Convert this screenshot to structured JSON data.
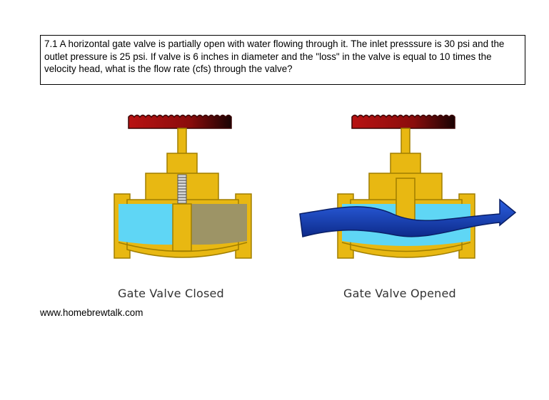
{
  "problem": {
    "text": "7.1  A horizontal gate valve is partially open with water flowing through it.  The inlet presssure is 30 psi and the outlet pressure is 25 psi.  If valve is 6 inches in diameter and the \"loss\" in the valve is equal to 10 times the velocity head, what is the flow rate (cfs) through the valve?"
  },
  "figures": {
    "closed_caption": "Gate Valve Closed",
    "open_caption": "Gate Valve Opened"
  },
  "source": "www.homebrewtalk.com",
  "colors": {
    "body": "#e8b812",
    "outline": "#a07e00",
    "handwheel_red": "#9b0d0d",
    "water_inlet": "#5fd6f5",
    "water_stagnant": "#9d9466",
    "flow_arrow": "#1a3fb0"
  }
}
